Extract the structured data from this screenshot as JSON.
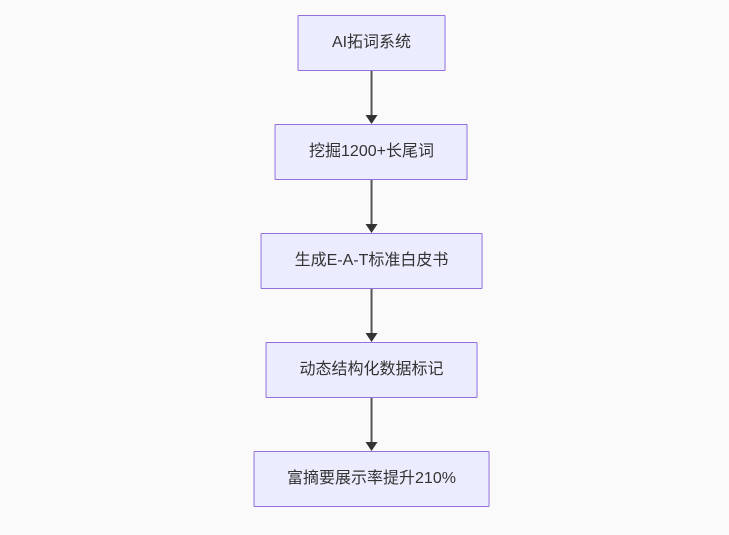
{
  "flowchart": {
    "type": "flowchart",
    "direction": "top-down",
    "colors": {
      "background": "#fafafa",
      "node_fill": "#ECECFF",
      "node_border": "#9370DB",
      "node_text": "#333333",
      "edge_line": "#555555",
      "arrowhead": "#333333"
    },
    "nodes": [
      {
        "id": "n1",
        "label": "AI拓词系统"
      },
      {
        "id": "n2",
        "label": "挖掘1200+长尾词"
      },
      {
        "id": "n3",
        "label": "生成E-A-T标准白皮书"
      },
      {
        "id": "n4",
        "label": "动态结构化数据标记"
      },
      {
        "id": "n5",
        "label": "富摘要展示率提升210%"
      }
    ],
    "edges": [
      {
        "from": "n1",
        "to": "n2"
      },
      {
        "from": "n2",
        "to": "n3"
      },
      {
        "from": "n3",
        "to": "n4"
      },
      {
        "from": "n4",
        "to": "n5"
      }
    ]
  }
}
